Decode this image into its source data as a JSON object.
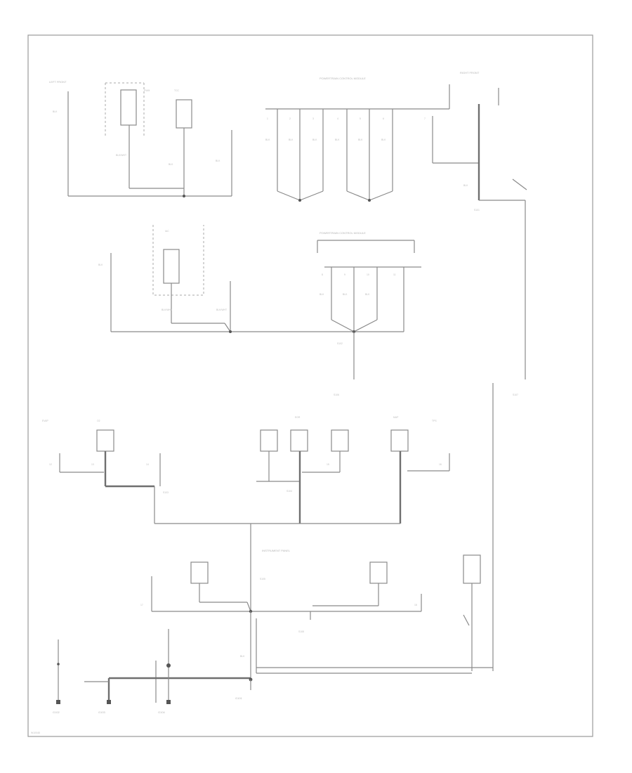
{
  "diagram": {
    "labels": {
      "c1": "POWERTRAIN CONTROL MODULE",
      "c2": "POWERTRAIN CONTROL MODULE",
      "c3": "INSTRUMENT PANEL",
      "c4": "RIGHT FRONT",
      "c5": "LEFT FRONT",
      "g1": "G101",
      "g2": "G102",
      "g3": "G103",
      "g4": "G104",
      "w1": "BLK",
      "w2": "BLK/WHT",
      "w3": "BLK",
      "w4": "BLK",
      "w5": "BLK",
      "w6": "BLK",
      "w7": "BLK",
      "w8": "BLK",
      "w9": "BLK",
      "w10": "BLK",
      "w11": "BLK",
      "w12": "BLK",
      "w13": "BLK",
      "w14": "BLK",
      "w15": "BLK",
      "w16": "BLK/WHT",
      "w17": "BLK/WHT",
      "w18": "BLK",
      "s1": "S101",
      "s2": "S102",
      "s3": "S103",
      "s4": "S104",
      "s5": "S105",
      "s6": "S106",
      "s7": "S107",
      "s8": "S108",
      "p1": "PWM",
      "p2": "TCC",
      "p3": "IAC",
      "p4": "EVAP",
      "p5": "O2",
      "p6": "EGR",
      "p7": "MAP",
      "p8": "TPS",
      "n1": "1",
      "n2": "2",
      "n3": "3",
      "n4": "4",
      "n5": "5",
      "n6": "6",
      "n7": "7",
      "n8": "8",
      "n9": "9",
      "n10": "10",
      "n11": "11",
      "n12": "12",
      "n13": "13",
      "n14": "14",
      "n15": "15",
      "n16": "16",
      "n17": "17",
      "n18": "18",
      "code": "W10048"
    }
  }
}
